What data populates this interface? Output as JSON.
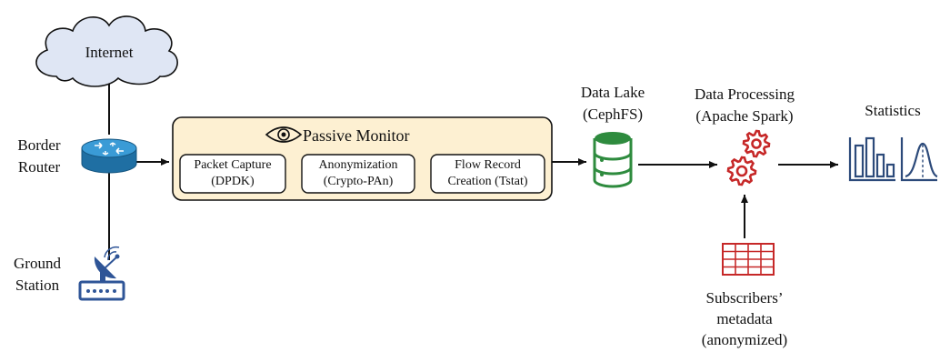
{
  "internet": {
    "label": "Internet"
  },
  "border_router": {
    "label_line1": "Border",
    "label_line2": "Router"
  },
  "ground_station": {
    "label_line1": "Ground",
    "label_line2": "Station"
  },
  "passive_monitor": {
    "title": "Passive Monitor",
    "steps": [
      {
        "line1": "Packet Capture",
        "line2": "(DPDK)"
      },
      {
        "line1": "Anonymization",
        "line2": "(Crypto-PAn)"
      },
      {
        "line1": "Flow Record",
        "line2": "Creation (Tstat)"
      }
    ]
  },
  "data_lake": {
    "line1": "Data Lake",
    "line2": "(CephFS)"
  },
  "data_processing": {
    "line1": "Data Processing",
    "line2": "(Apache Spark)"
  },
  "statistics": {
    "label": "Statistics"
  },
  "subscribers": {
    "line1": "Subscribers’",
    "line2": "metadata",
    "line3": "(anonymized)"
  },
  "colors": {
    "cloud_fill": "#dfe6f4",
    "router_blue": "#2e8bc9",
    "monitor_fill": "#fdf0d2",
    "data_lake_green": "#2e8b3e",
    "gear_red": "#c62828",
    "stats_blue": "#2c4a7a",
    "satellite_blue": "#2f5597"
  }
}
